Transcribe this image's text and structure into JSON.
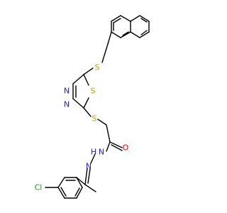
{
  "molecule": {
    "atoms": {
      "s_thioether": "S",
      "s_ring": "S",
      "s_linker": "S",
      "n_ring_top": "N",
      "n_ring_bottom": "N",
      "o_carbonyl": "O",
      "n_hydrazide": "N",
      "h_hydrazide": "H",
      "n_imine": "N",
      "cl": "Cl"
    },
    "colors": {
      "sulfur": "#b8a000",
      "nitrogen": "#2222cc",
      "oxygen": "#dd0000",
      "chlorine": "#1a9a1a",
      "bond": "#000000"
    }
  }
}
